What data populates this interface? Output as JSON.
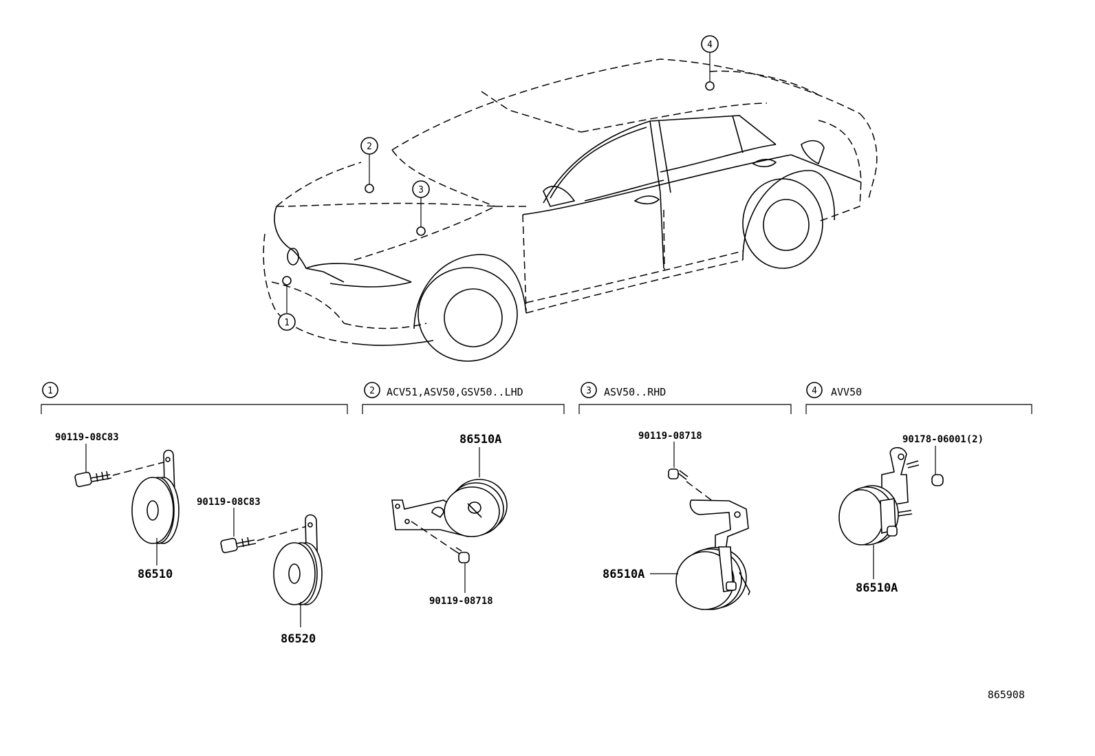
{
  "figure_id": "865908",
  "car_callouts": [
    "1",
    "2",
    "3",
    "4"
  ],
  "sections": [
    {
      "num": "1",
      "label": "",
      "parts": [
        {
          "part_no": "90119-08C83"
        },
        {
          "part_no": "86510"
        },
        {
          "part_no": "90119-08C83"
        },
        {
          "part_no": "86520"
        }
      ]
    },
    {
      "num": "2",
      "label": "ACV51,ASV50,GSV50..LHD",
      "parts": [
        {
          "part_no": "86510A"
        },
        {
          "part_no": "90119-08718"
        }
      ]
    },
    {
      "num": "3",
      "label": "ASV50..RHD",
      "parts": [
        {
          "part_no": "90119-08718"
        },
        {
          "part_no": "86510A"
        }
      ]
    },
    {
      "num": "4",
      "label": "AVV50",
      "parts": [
        {
          "part_no": "90178-06001(2)"
        },
        {
          "part_no": "86510A"
        }
      ]
    }
  ]
}
